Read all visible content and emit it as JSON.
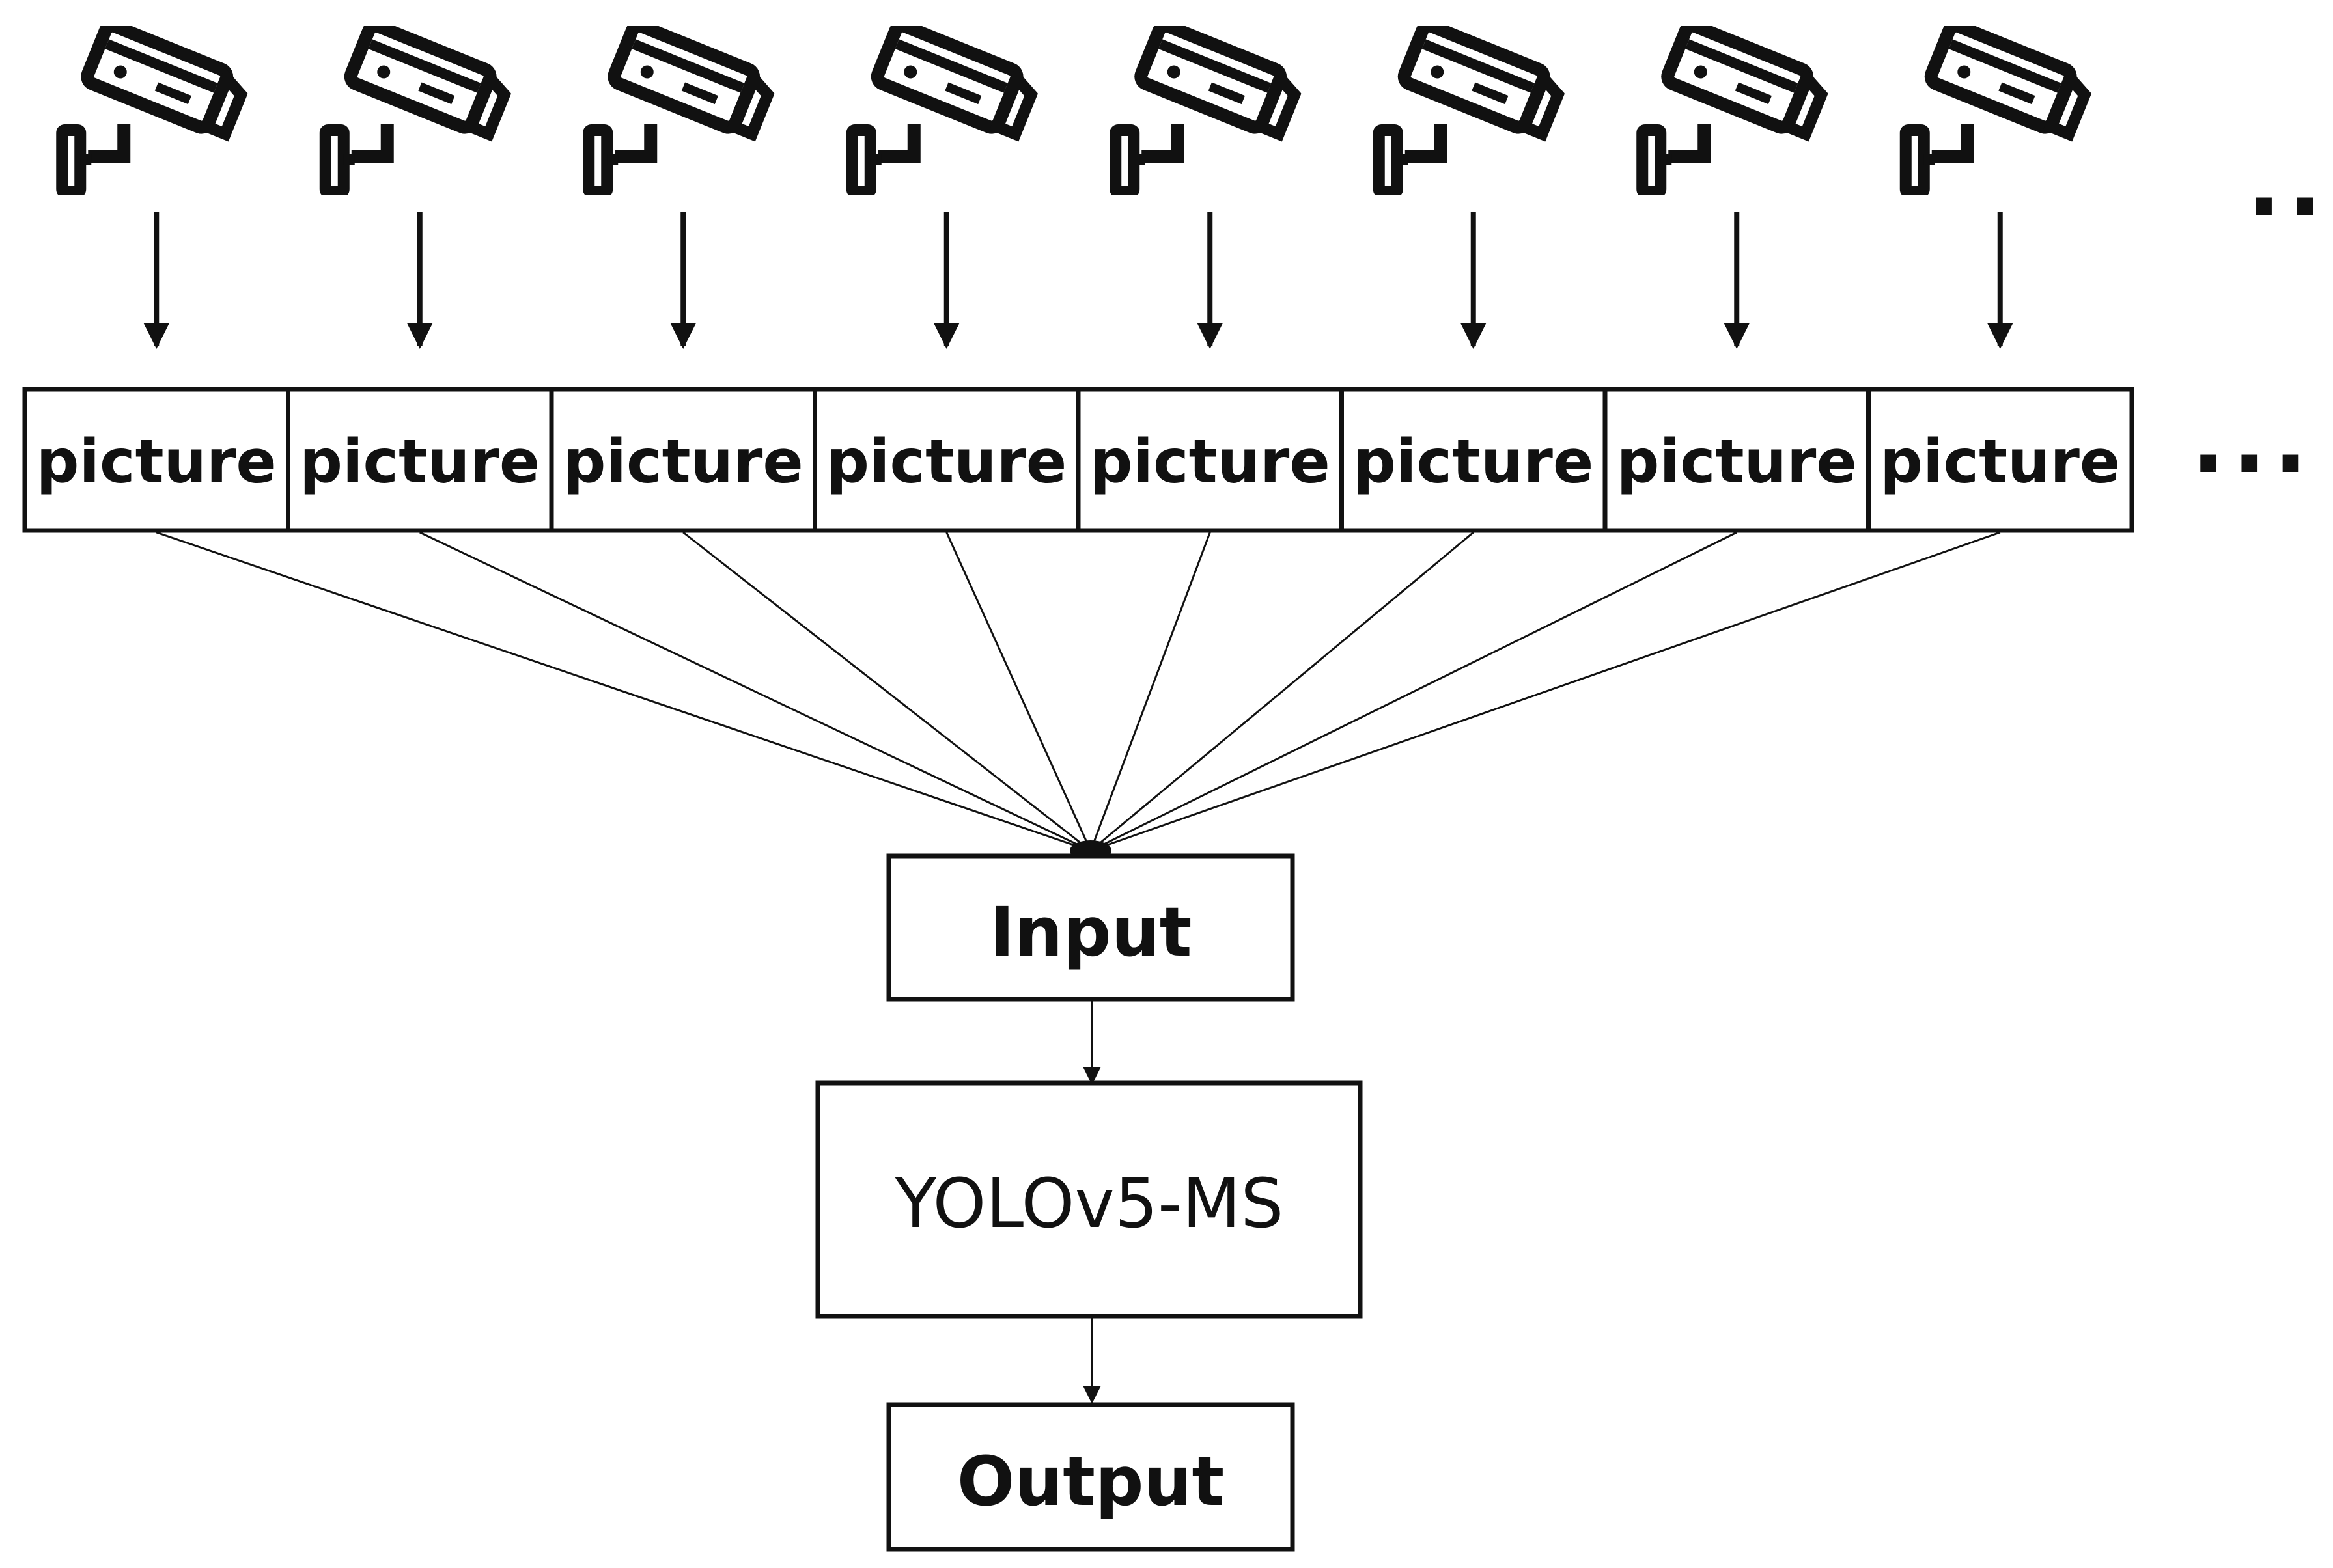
{
  "cameras": [
    {
      "icon": "security-camera-icon"
    },
    {
      "icon": "security-camera-icon"
    },
    {
      "icon": "security-camera-icon"
    },
    {
      "icon": "security-camera-icon"
    },
    {
      "icon": "security-camera-icon"
    },
    {
      "icon": "security-camera-icon"
    },
    {
      "icon": "security-camera-icon"
    },
    {
      "icon": "security-camera-icon"
    }
  ],
  "pictures": [
    "picture",
    "picture",
    "picture",
    "picture",
    "picture",
    "picture",
    "picture",
    "picture"
  ],
  "continuation": "...",
  "nodes": {
    "input": "Input",
    "model": "YOLOv5-MS",
    "output": "Output"
  },
  "colors": {
    "stroke": "#111111",
    "background": "#ffffff"
  }
}
